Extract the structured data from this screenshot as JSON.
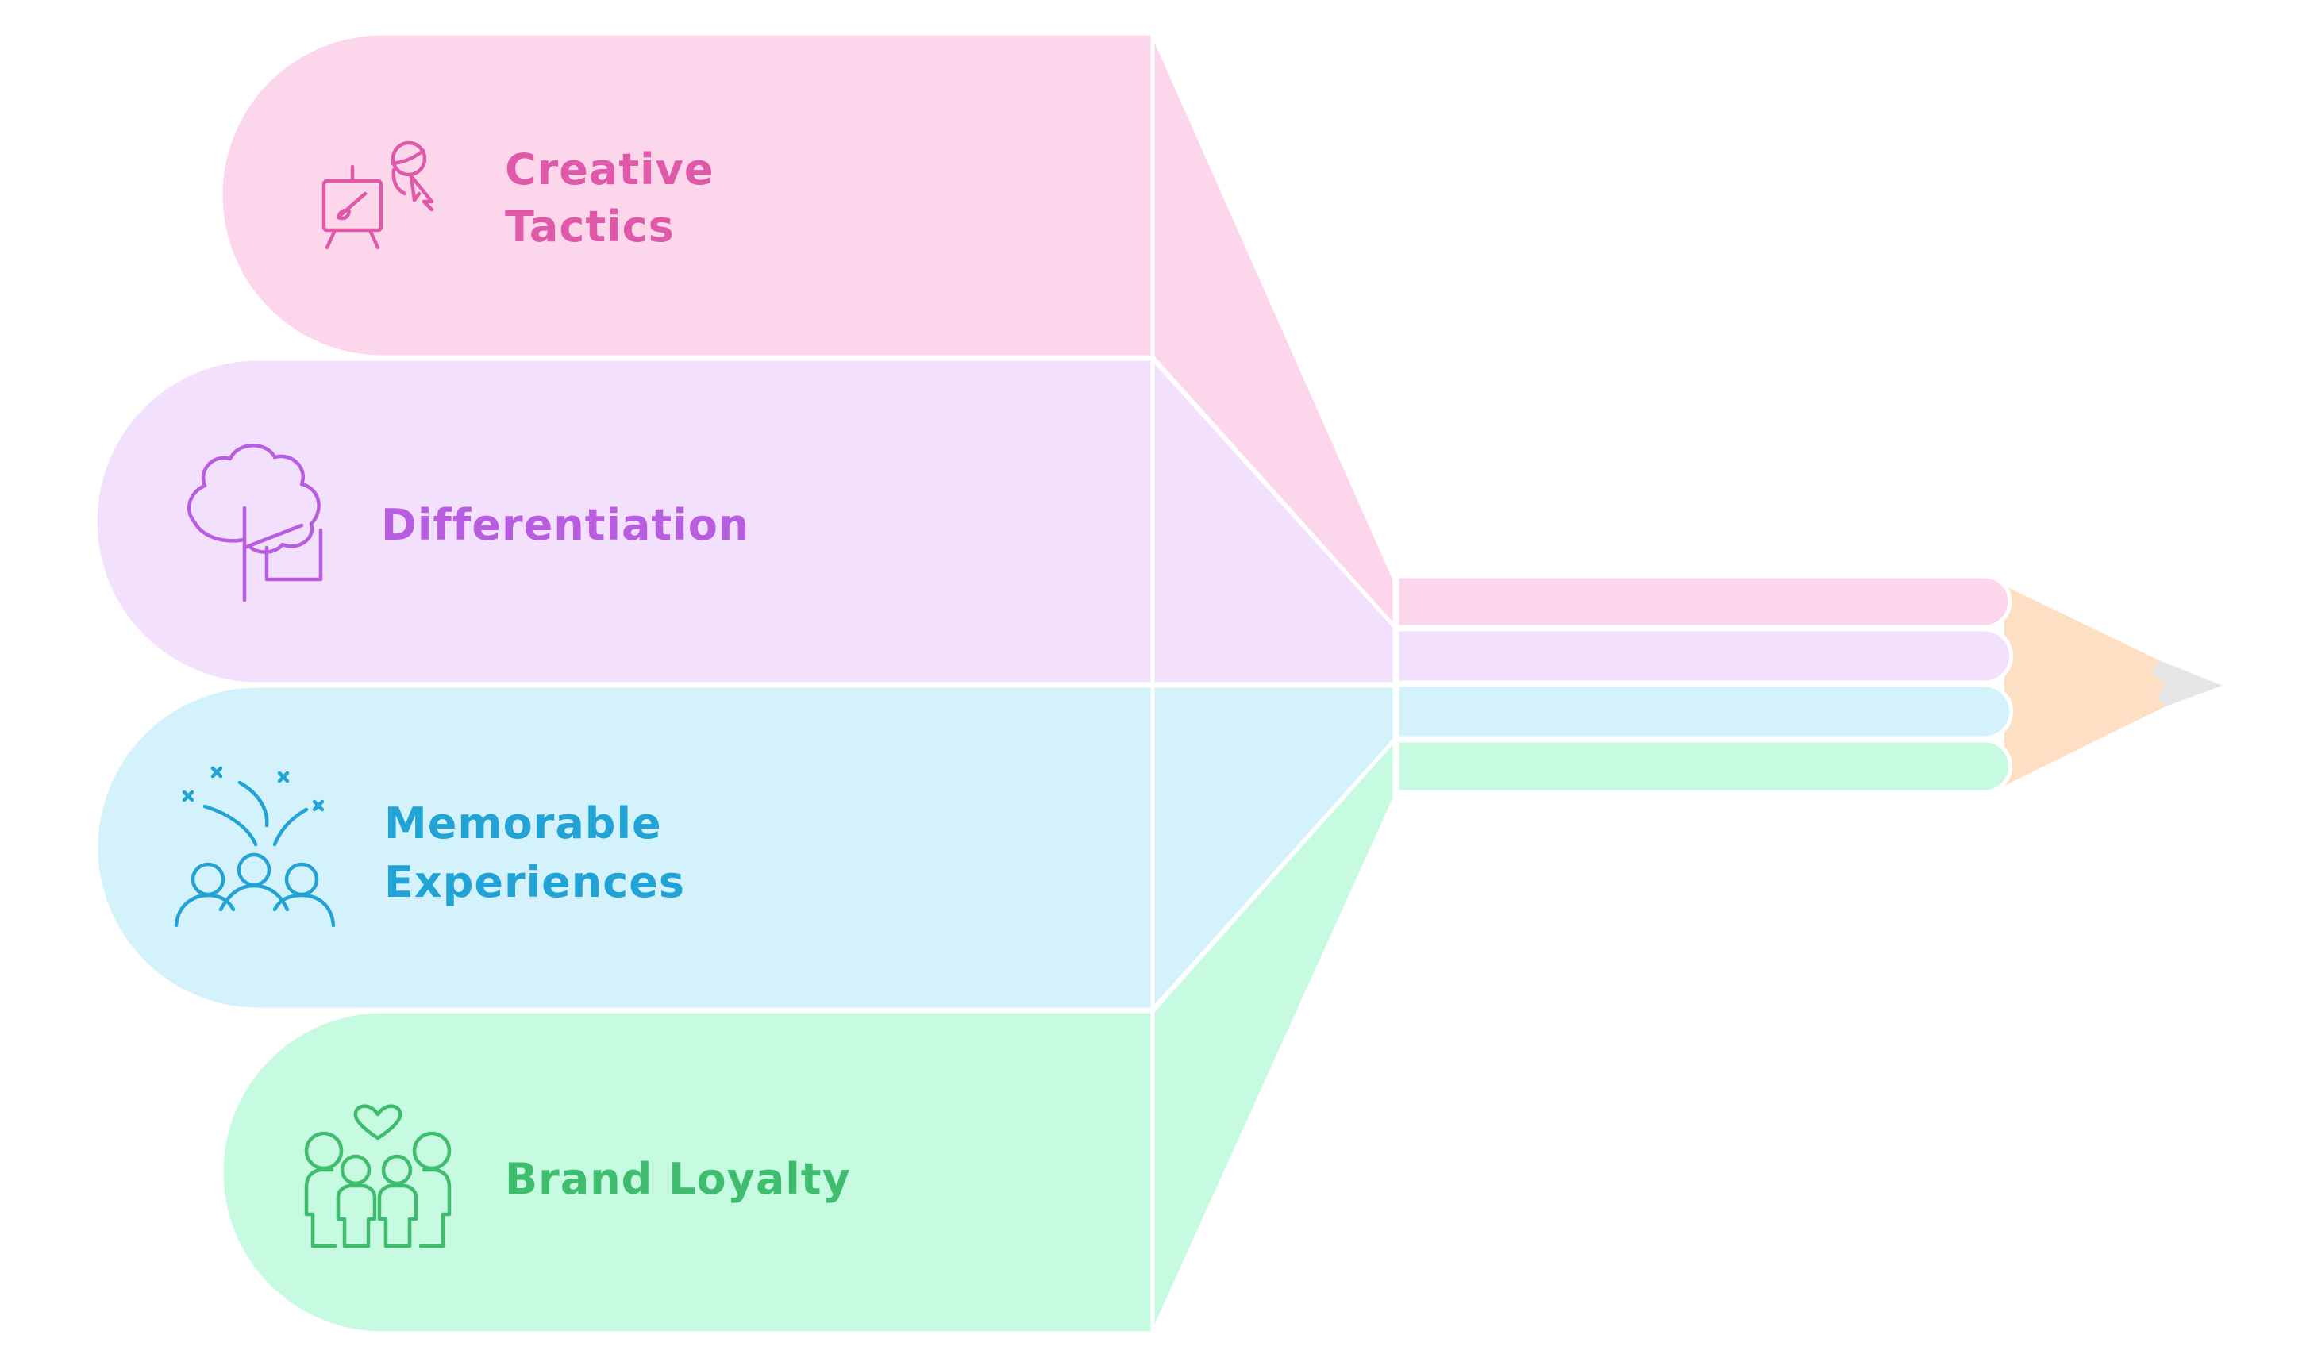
{
  "diagram": {
    "items": [
      {
        "lines": [
          "Creative",
          "Tactics"
        ],
        "icon": "easel-artist-icon",
        "color": "#E059A8",
        "fill": "#FCD7EC"
      },
      {
        "lines": [
          "Differentiation"
        ],
        "icon": "tree-icon",
        "color": "#B85CE0",
        "fill": "#F3E0FC"
      },
      {
        "lines": [
          "Memorable",
          "Experiences"
        ],
        "icon": "crowd-celebration-icon",
        "color": "#22A3D6",
        "fill": "#D3F2FC"
      },
      {
        "lines": [
          "Brand Loyalty"
        ],
        "icon": "family-heart-icon",
        "color": "#3DBD6D",
        "fill": "#C6FAE1"
      }
    ],
    "pencil": {
      "wood_color": "#FDDFC4",
      "lead_color": "#E6E6E6"
    }
  }
}
